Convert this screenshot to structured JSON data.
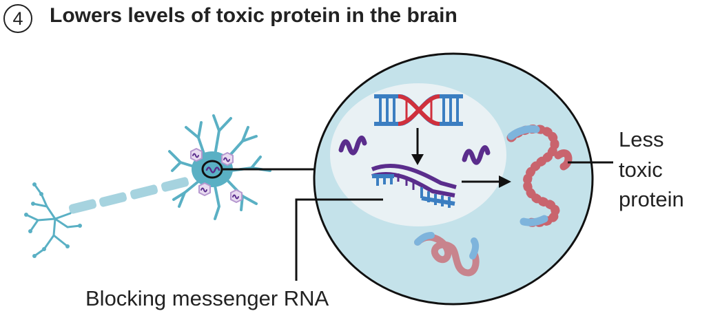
{
  "step": {
    "number": "4",
    "title": "Lowers levels of toxic protein in the brain"
  },
  "labels": {
    "protein_line1": "Less",
    "protein_line2": "toxic",
    "protein_line3": "protein",
    "rna": "Blocking messenger RNA"
  },
  "icons": [
    "neuron-icon",
    "dna-icon",
    "mrna-icon",
    "blocking-strand-icon",
    "protein-chain-icon",
    "cell-nucleus-icon"
  ],
  "colors": {
    "neuron": "#5ab0c4",
    "neuron_light": "#a6d3df",
    "cell": "#c4e2ea",
    "nucleus": "#e9f1f4",
    "dna_red": "#d0303c",
    "dna_blue": "#3b7ec1",
    "rna_purple": "#5a2d8c",
    "protein_red": "#c9646e",
    "protein_blue": "#7eb4dc"
  }
}
